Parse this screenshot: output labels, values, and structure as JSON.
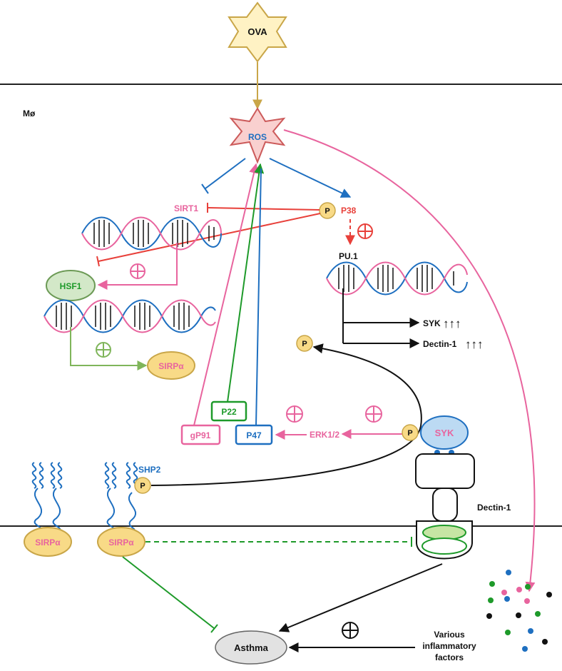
{
  "labels": {
    "ova": "OVA",
    "macrophage": "Mø",
    "ros": "ROS",
    "sirt1": "SIRT1",
    "p38": "P38",
    "phospho": "P",
    "hsf1": "HSF1",
    "pu1": "PU.1",
    "syk_gene": "SYK",
    "dectin1_gene": "Dectin-1",
    "up_arrows": "↑↑↑",
    "sirpa": "SIRPα",
    "p22": "P22",
    "gp91": "gP91",
    "p47": "P47",
    "erk12": "ERK1/2",
    "syk_protein": "SYK",
    "shp2": "SHP2",
    "dectin1_receptor": "Dectin-1",
    "asthma": "Asthma",
    "inflammatory_1": "Various",
    "inflammatory_2": "inflammatory",
    "inflammatory_3": "factors"
  },
  "colors": {
    "gold": "#c9a648",
    "blue": "#1e6fc0",
    "red": "#e8403a",
    "pink": "#e8649e",
    "green": "#1e9a2a",
    "lightgreen": "#7fb55a",
    "black": "#111111",
    "yellow_fill": "#f8da87",
    "yellow_stroke": "#c9a648",
    "star_fill": "#fff2c4",
    "ros_fill": "#f9d0cf",
    "ros_stroke": "#cc5a5a",
    "hsf1_fill": "#d3e8c8",
    "hsf1_stroke": "#6c9a55",
    "syk_fill": "#bcdaf3",
    "syk_stroke": "#1e6fc0",
    "asthma_fill": "#e2e2e2"
  }
}
